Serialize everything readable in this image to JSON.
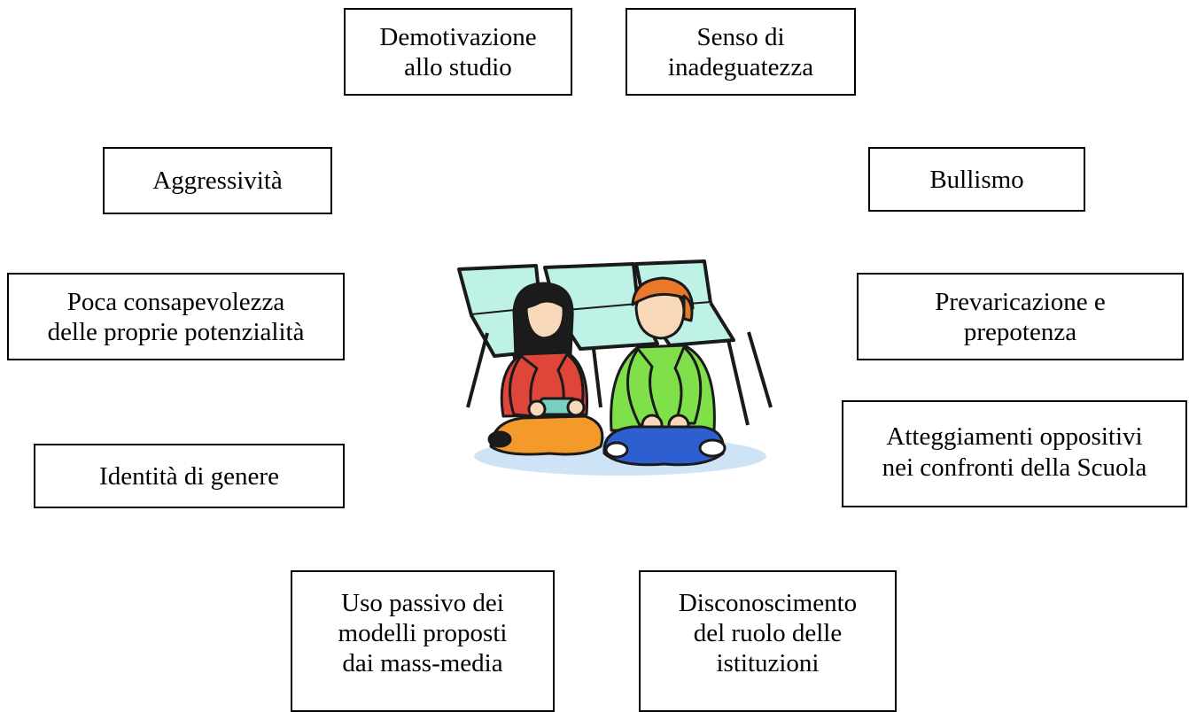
{
  "boxes": {
    "demotivazione": [
      "Demotivazione",
      "allo studio"
    ],
    "senso": [
      "Senso di",
      "inadeguatezza"
    ],
    "aggressivita": [
      "Aggressività"
    ],
    "bullismo": [
      "Bullismo"
    ],
    "poca": [
      "Poca consapevolezza",
      "delle proprie potenzialità"
    ],
    "prevaricazione": [
      "Prevaricazione e",
      "prepotenza"
    ],
    "identita": [
      "Identità di genere"
    ],
    "atteggiamenti": [
      "Atteggiamenti oppositivi",
      "nei confronti della Scuola"
    ],
    "uso": [
      "Uso passivo dei",
      "modelli proposti",
      "dai mass-media"
    ],
    "disconoscimento": [
      "Disconoscimento",
      "del ruolo delle",
      "istituzioni"
    ]
  },
  "colors": {
    "border": "#000000",
    "chair": "#bff2e6",
    "chair_outline": "#1a1a1a",
    "girl_shirt": "#e0453a",
    "girl_pants": "#f39a2a",
    "boy_shirt": "#7fe04a",
    "boy_pants": "#2e5fd0",
    "floor_shadow": "#cfe3f7",
    "skin": "#f7d8b8",
    "hair_girl": "#1c1c1c",
    "hair_boy": "#e8792b"
  }
}
